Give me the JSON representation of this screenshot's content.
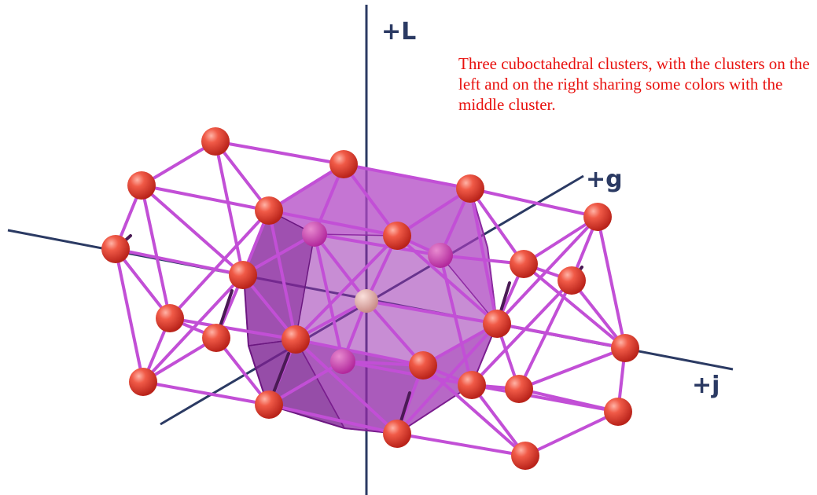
{
  "axes": {
    "L": "+L",
    "g": "+g",
    "j": "+j"
  },
  "caption": "Three cuboctahedral clusters, with the clusters on the left and on the right sharing some colors with the middle cluster.",
  "colors": {
    "axis": "#2b3a63",
    "bond": "#c24fd6",
    "atom": "#e8473b",
    "center_atom": "#e8a9a4",
    "polyhedron": "#9b2fb1",
    "caption": "#e8120f"
  }
}
